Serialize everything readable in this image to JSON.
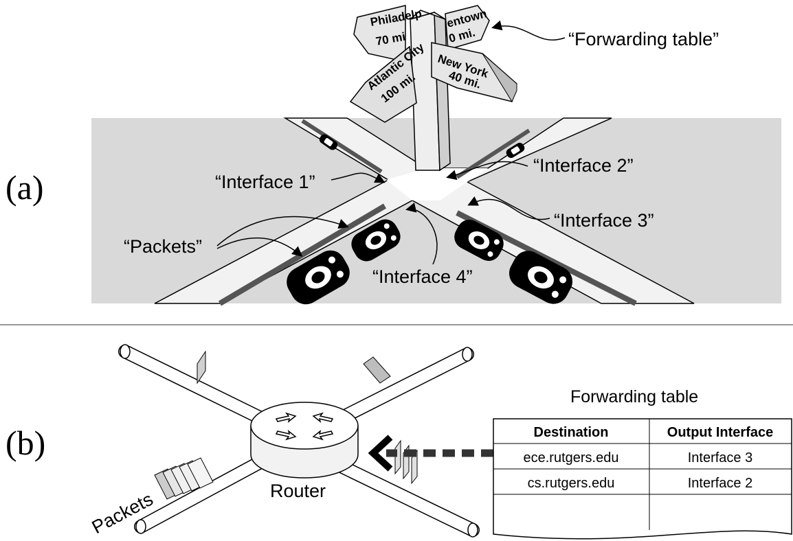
{
  "panel_a": {
    "label": "(a)",
    "forwarding_table_label": "“Forwarding table”",
    "interface_1": "“Interface 1”",
    "interface_2": "“Interface 2”",
    "interface_3": "“Interface 3”",
    "interface_4": "“Interface 4”",
    "packets_label": "“Packets”",
    "signs": {
      "philadelphia": [
        "Philadelp",
        "70 mi"
      ],
      "allentown": [
        "entown",
        "0 mi."
      ],
      "atlantic_city": [
        "Atlantic City",
        "100 mi."
      ],
      "new_york": [
        "New York",
        "40 mi."
      ]
    }
  },
  "panel_b": {
    "label": "(b)",
    "router_label": "Router",
    "packets_label": "Packets",
    "table_title": "Forwarding table",
    "columns": [
      "Destination",
      "Output Interface"
    ],
    "rows": [
      [
        "ece.rutgers.edu",
        "Interface 3"
      ],
      [
        "cs.rutgers.edu",
        "Interface 2"
      ]
    ]
  }
}
